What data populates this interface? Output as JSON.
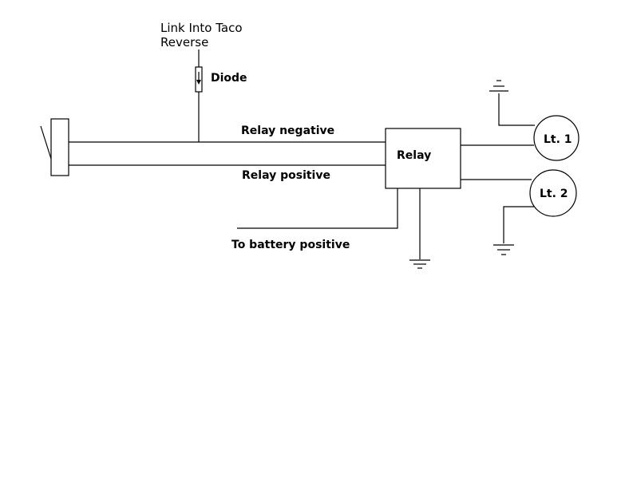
{
  "labels": {
    "link_line1": "Link Into Taco",
    "link_line2": "Reverse",
    "diode": "Diode",
    "relay_negative": "Relay negative",
    "relay_positive": "Relay positive",
    "relay": "Relay",
    "battery": "To battery positive",
    "light1": "Lt. 1",
    "light2": "Lt. 2"
  }
}
